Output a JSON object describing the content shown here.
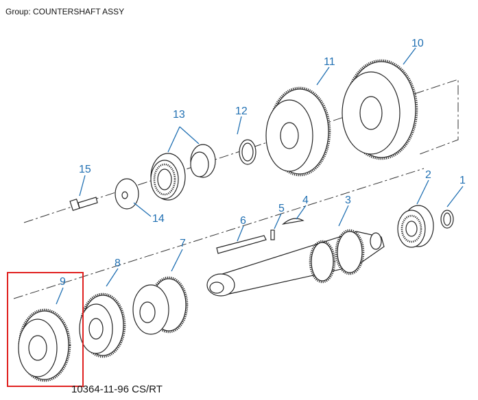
{
  "header": {
    "group_text": "Group: COUNTERSHAFT ASSY"
  },
  "footer": {
    "ref_text": "10364-11-96 CS/RT"
  },
  "callouts": [
    "1",
    "2",
    "3",
    "4",
    "5",
    "6",
    "7",
    "8",
    "9",
    "10",
    "11",
    "12",
    "13",
    "14",
    "15"
  ],
  "colors": {
    "callout": "#1f6fb2",
    "highlight": "#e0201f",
    "line": "#222222"
  },
  "highlighted_part": "9"
}
